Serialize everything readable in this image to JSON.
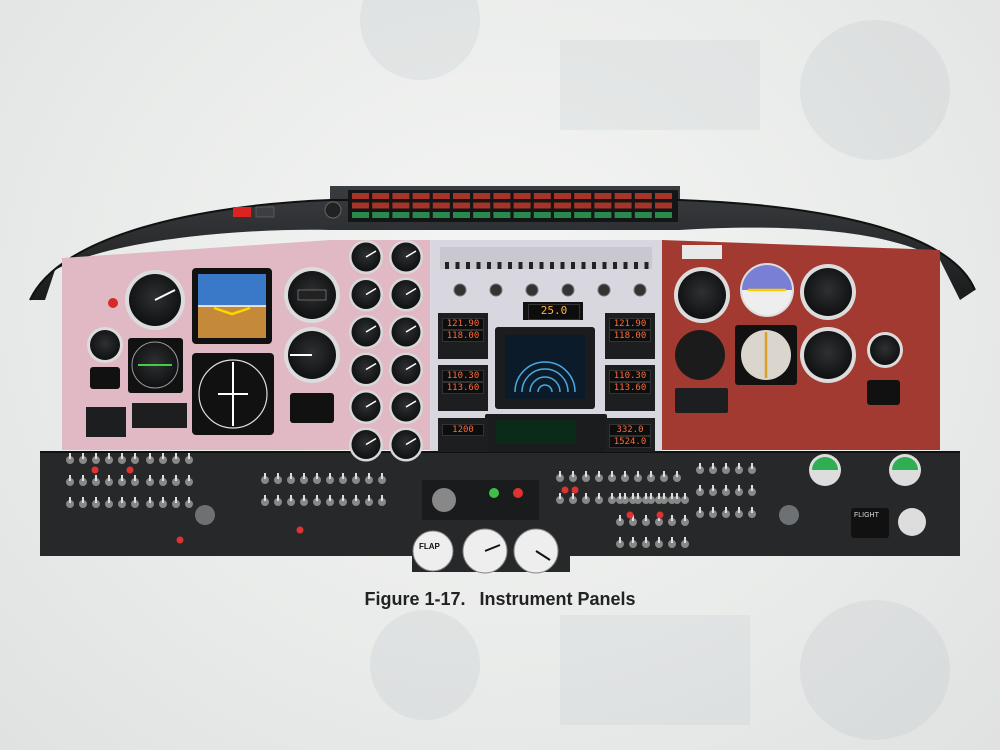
{
  "figure": {
    "number_label": "Figure 1-17.",
    "title": "Instrument Panels"
  },
  "displays": {
    "mfd_freq": "25.0",
    "com1_active": "121.90",
    "com1_standby": "118.00",
    "com2_active": "121.90",
    "com2_standby": "118.00",
    "nav1_active": "110.30",
    "nav1_standby": "113.60",
    "nav2_active": "110.30",
    "nav2_standby": "113.60",
    "xpdr_code": "1200",
    "adf_active": "332.0",
    "adf_standby": "1524.0",
    "flap_label": "FLAP",
    "flight_label": "FLIGHT"
  },
  "colors": {
    "bezel": "#2b2d2f",
    "left_panel": "#e0b9c4",
    "center_panel": "#d8d7df",
    "right_panel": "#a23a32",
    "lower_panel": "#262829",
    "sky": "#3a78c8",
    "ground": "#c48a3a"
  }
}
